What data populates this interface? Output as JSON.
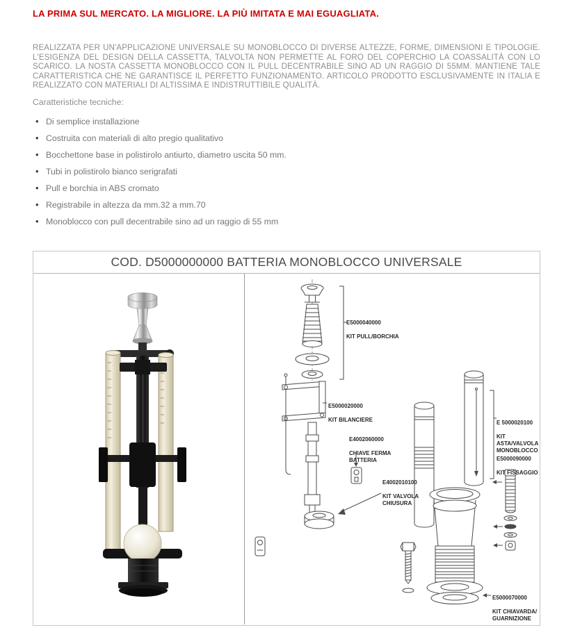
{
  "page": {
    "headline": "LA PRIMA SUL MERCATO. LA MIGLIORE. LA PIÙ IMITATA E MAI EGUAGLIATA.",
    "description": "REALIZZATA PER UN'APPLICAZIONE UNIVERSALE SU MONOBLOCCO DI DIVERSE ALTEZZE, FORME, DIMENSIONI E TIPOLOGIE. L'ESIGENZA DEL DESIGN DELLA CASSETTA, TALVOLTA NON PERMETTE AL FORO DEL COPERCHIO LA COASSALITÀ CON LO SCARICO. LA NOSTA CASSETTA MONOBLOCCO CON IL PULL DECENTRABILE SINO AD UN RAGGIO DI 55MM. MANTIENE TALE CARATTERISTICA CHE NE GARANTISCE IL PERFETTO FUNZIONAMENTO. ARTICOLO PRODOTTO ESCLUSIVAMENTE IN ITALIA E REALIZZATO CON MATERIALI DI ALTISSIMA E INDISTRUTTIBILE QUALITÀ.",
    "features_label": "Caratteristiche tecniche:",
    "features": [
      "Di semplice installazione",
      "Costruita con materiali di alto pregio qualitativo",
      "Bocchettone base in polistirolo antiurto, diametro uscita 50 mm.",
      "Tubi in polistirolo bianco serigrafati",
      "Pull e borchia in ABS cromato",
      "Registrabile in altezza da mm.32 a mm.70",
      "Monoblocco con pull decentrabile sino ad un raggio di 55 mm"
    ]
  },
  "product_box": {
    "title": "COD. D5000000000 BATTERIA MONOBLOCCO UNIVERSALE",
    "parts": [
      {
        "code": "E5000040000",
        "name": "KIT PULL/BORCHIA"
      },
      {
        "code": "E5000020000",
        "name": "KIT BILANCIERE"
      },
      {
        "code": "E4002060000",
        "name": "CHIAVE FERMA\nBATTERIA"
      },
      {
        "code": "E4002010100",
        "name": "KIT VALVOLA\nCHIUSURA"
      },
      {
        "code": "E 5000020100",
        "name": "KIT ASTA/VALVOLA\nMONOBLOCCO"
      },
      {
        "code": "E5000090000",
        "name": "KIT FISSAGGIO"
      },
      {
        "code": "E5000070000",
        "name": "KIT CHIAVARDA/\nGUARNIZIONE"
      }
    ]
  },
  "colors": {
    "headline": "#cc0000",
    "body_text": "#8e8e8e",
    "title_text": "#4a4a4a",
    "box_border": "#c6c6c6"
  }
}
